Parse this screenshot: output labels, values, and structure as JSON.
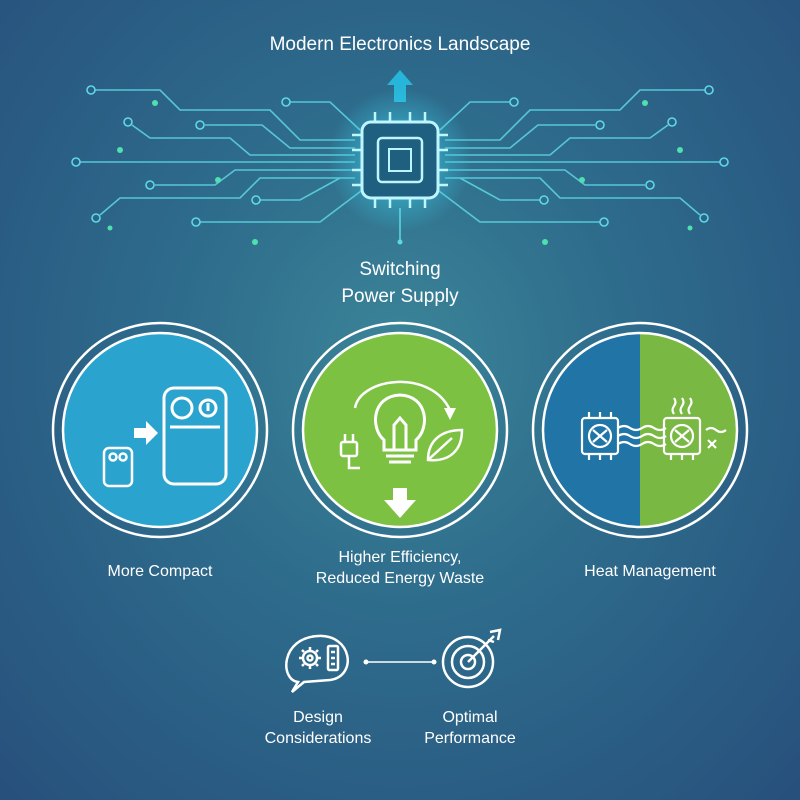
{
  "title": "Modern Electronics Landscape",
  "center": {
    "line1": "Switching",
    "line2": "Power Supply"
  },
  "benefits": [
    {
      "label": "More Compact"
    },
    {
      "line1": "Higher Efficiency,",
      "line2": "Reduced Energy Waste"
    },
    {
      "label": "Heat Management"
    }
  ],
  "bottom": {
    "design": {
      "line1": "Design",
      "line2": "Considerations"
    },
    "optimal": {
      "line1": "Optimal",
      "line2": "Performance"
    }
  },
  "colors": {
    "background": "#2e6c8c",
    "circuit": "#5fd8e6",
    "compact_fill": "#2aa3cf",
    "efficiency_fill": "#7cc142",
    "heat_left": "#2175a6",
    "heat_right": "#7ab844",
    "arrow": "#27b6da"
  },
  "icons": [
    "microchip-icon",
    "up-arrow-icon",
    "phone-small-icon",
    "device-large-icon",
    "plug-icon",
    "lightbulb-icon",
    "leaf-icon",
    "down-arrow-icon",
    "cpu-cooler-icon",
    "gear-speech-icon",
    "target-icon"
  ]
}
